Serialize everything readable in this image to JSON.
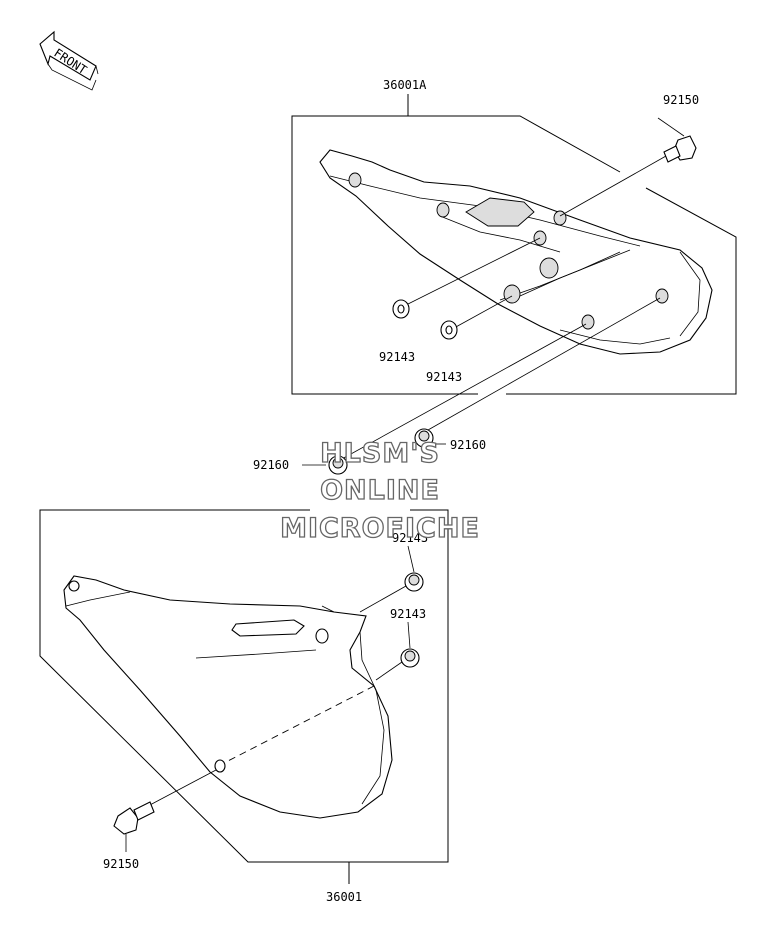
{
  "front_arrow": {
    "text": "FRONT"
  },
  "labels": {
    "cover_right": "36001A",
    "cover_left": "36001",
    "bolt_top": "92150",
    "bolt_bottom": "92150",
    "washer_a": "92143",
    "washer_b": "92143",
    "washer_c": "92143",
    "washer_d": "92143",
    "damper_right": "92160",
    "damper_left": "92160"
  },
  "watermark": {
    "line1": "HLSM'S",
    "line2": "ONLINE",
    "line3": "MICROFICHE"
  }
}
